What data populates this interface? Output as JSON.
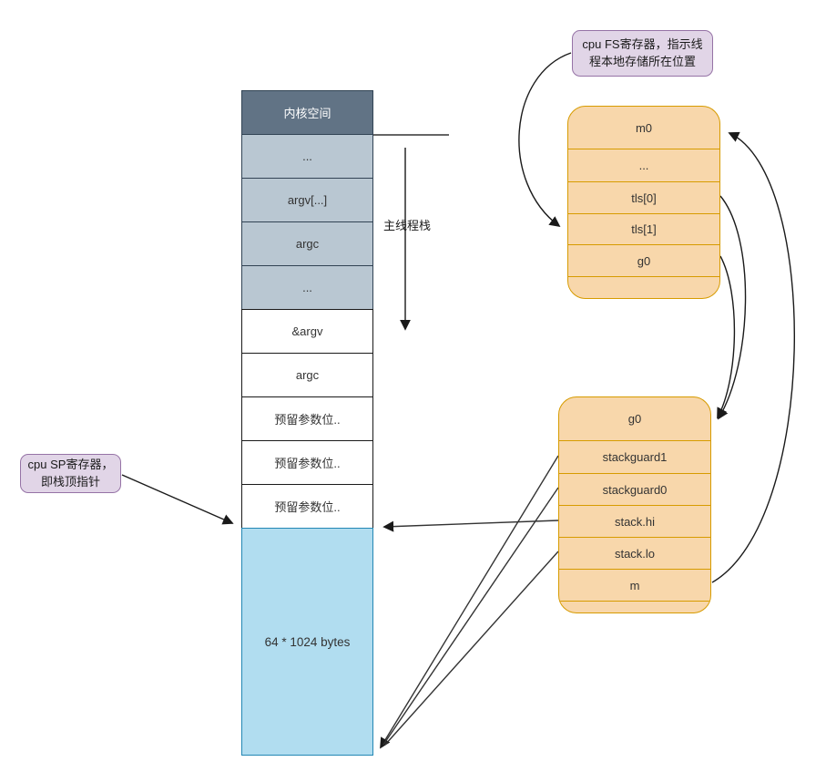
{
  "diagram": {
    "left_stack": {
      "rows": [
        {
          "label": "内核空间",
          "type": "kernel"
        },
        {
          "label": "...",
          "type": "shaded"
        },
        {
          "label": "argv[...]",
          "type": "shaded"
        },
        {
          "label": "argc",
          "type": "shaded"
        },
        {
          "label": "...",
          "type": "shaded"
        },
        {
          "label": "&argv",
          "type": "plain"
        },
        {
          "label": "argc",
          "type": "plain"
        },
        {
          "label": "预留参数位..",
          "type": "plain"
        },
        {
          "label": "预留参数位..",
          "type": "plain"
        },
        {
          "label": "预留参数位..",
          "type": "plain"
        }
      ],
      "stack_region_label": "64 * 1024 bytes",
      "flow_label": "主线程栈"
    },
    "m0_box": {
      "rows": [
        "m0",
        "...",
        "tls[0]",
        "tls[1]",
        "g0",
        ""
      ]
    },
    "g0_box": {
      "rows": [
        "g0",
        "stackguard1",
        "stackguard0",
        "stack.hi",
        "stack.lo",
        "m",
        ""
      ]
    },
    "callouts": {
      "fs": {
        "line1": "cpu FS寄存器，指示线",
        "line2": "程本地存储所在位置"
      },
      "sp": {
        "line1": "cpu SP寄存器，",
        "line2": "即栈顶指针"
      }
    },
    "colors": {
      "kernel_fill": "#617385",
      "kernel_stroke": "#314354",
      "shaded_fill": "#b9c7d2",
      "stack_fill": "#b1ddf0",
      "stack_stroke": "#2387b4",
      "struct_fill": "#f8d7ab",
      "struct_stroke": "#d79b00",
      "callout_fill": "#e1d5e7",
      "callout_stroke": "#9673a6",
      "connector": "#333333"
    }
  }
}
